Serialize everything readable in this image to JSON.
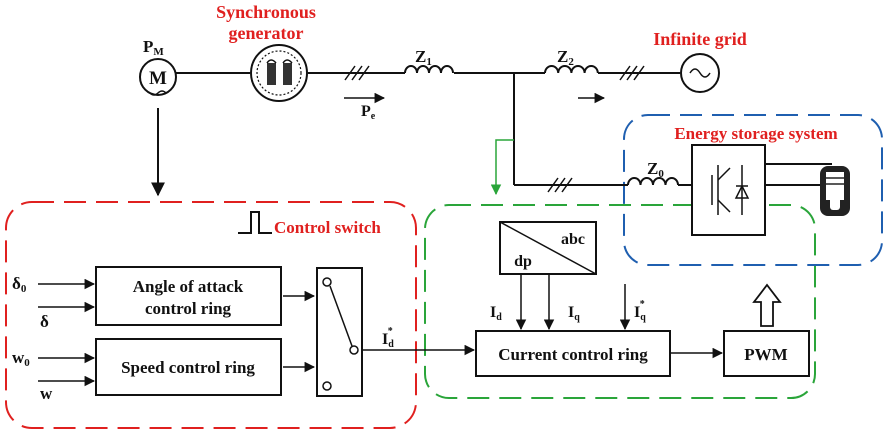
{
  "labels": {
    "synchronous_generator_line1": "Synchronous",
    "synchronous_generator_line2": "generator",
    "infinite_grid": "Infinite grid",
    "energy_storage_system": "Energy storage system",
    "control_switch": "Control switch",
    "pm": "P",
    "pm_sub": "M",
    "motor_letter": "M",
    "z1": "Z",
    "z1_sub": "1",
    "z2": "Z",
    "z2_sub": "2",
    "z0": "Z",
    "z0_sub": "0",
    "pe": "P",
    "pe_sub": "e"
  },
  "blocks": {
    "angle_line1": "Angle of attack",
    "angle_line2": "control ring",
    "speed": "Speed control ring",
    "current": "Current control ring",
    "pwm": "PWM",
    "transform_abc": "abc",
    "transform_dp": "dp"
  },
  "signals": {
    "delta0": "δ",
    "delta0_sub": "0",
    "delta": "δ",
    "w0": "w",
    "w0_sub": "0",
    "w": "w",
    "id_star": "I",
    "id_star_sub": "d",
    "id_star_sup": "*",
    "id": "I",
    "id_sub": "d",
    "iq": "I",
    "iq_sub": "q",
    "iq_star": "I",
    "iq_star_sub": "q",
    "iq_star_sup": "*"
  },
  "colors": {
    "title_red": "#e0201f",
    "dash_red": "#e0201f",
    "dash_green": "#2aa53a",
    "dash_blue": "#1f5fb0",
    "stroke": "#111111"
  }
}
